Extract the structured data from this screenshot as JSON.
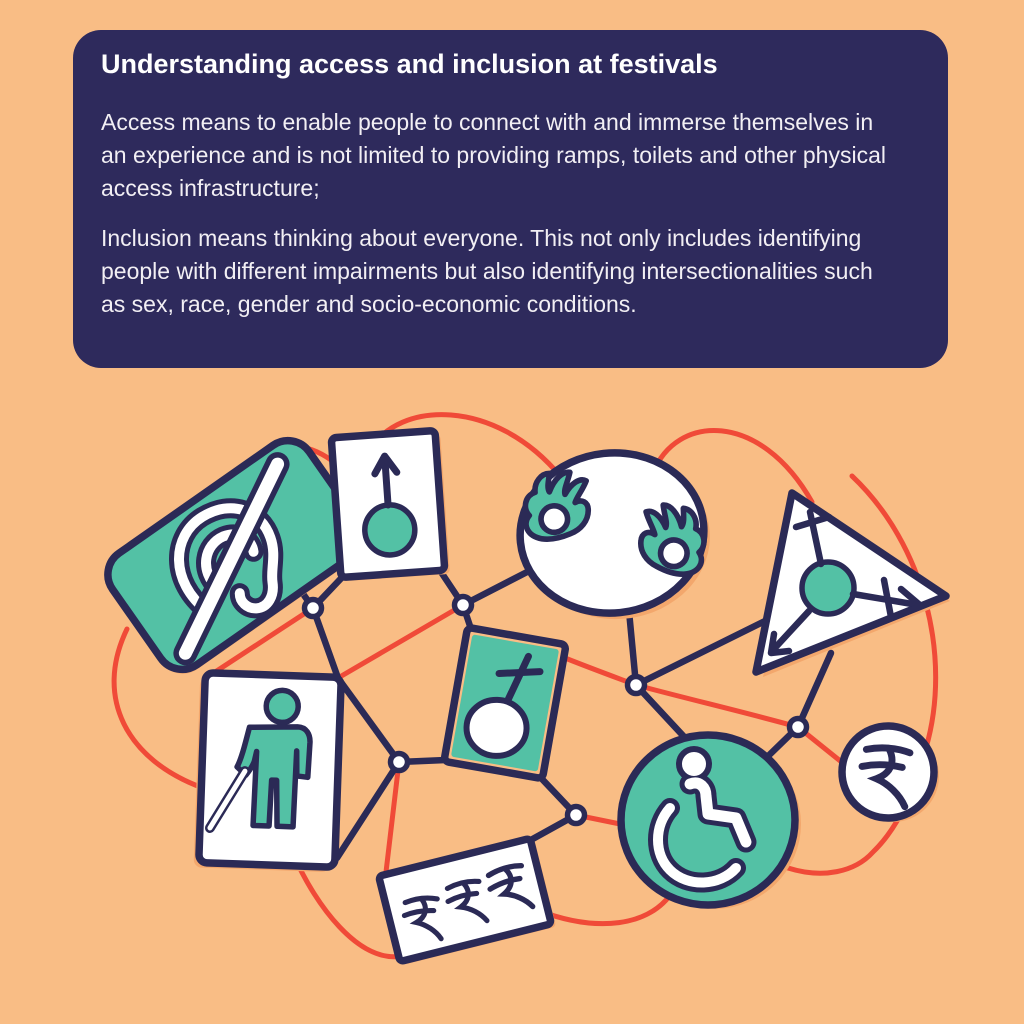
{
  "page": {
    "background_color": "#f9bd85"
  },
  "panel": {
    "background_color": "#2e2a5c",
    "text_color": "#ffffff",
    "title": "Understanding access and inclusion at festivals",
    "paragraph_access": "Access means to enable people to connect with and immerse themselves in an experience and is not limited to providing ramps, toilets and other physical access infrastructure;",
    "paragraph_inclusion": "Inclusion means thinking about everyone. This not only includes identifying people with different impairments but also identifying intersectionalities such as sex, race, gender and socio-economic conditions."
  },
  "illustration": {
    "description": "Hand-drawn network of access and inclusion symbols connected by navy lines, white junction nodes and red arcs",
    "colors": {
      "teal": "#53c1a5",
      "navy": "#2b2a56",
      "red": "#f04a38",
      "white": "#ffffff",
      "peach_shadow": "#f3a76c"
    },
    "icons": [
      {
        "name": "deafness-ear-symbol"
      },
      {
        "name": "male-gender-symbol"
      },
      {
        "name": "sign-language-hands"
      },
      {
        "name": "transgender-symbol"
      },
      {
        "name": "blind-person-with-cane"
      },
      {
        "name": "female-gender-symbol"
      },
      {
        "name": "wheelchair-accessibility-symbol"
      },
      {
        "name": "rupee-currency-coin"
      },
      {
        "name": "rupee-currency-note"
      }
    ]
  }
}
